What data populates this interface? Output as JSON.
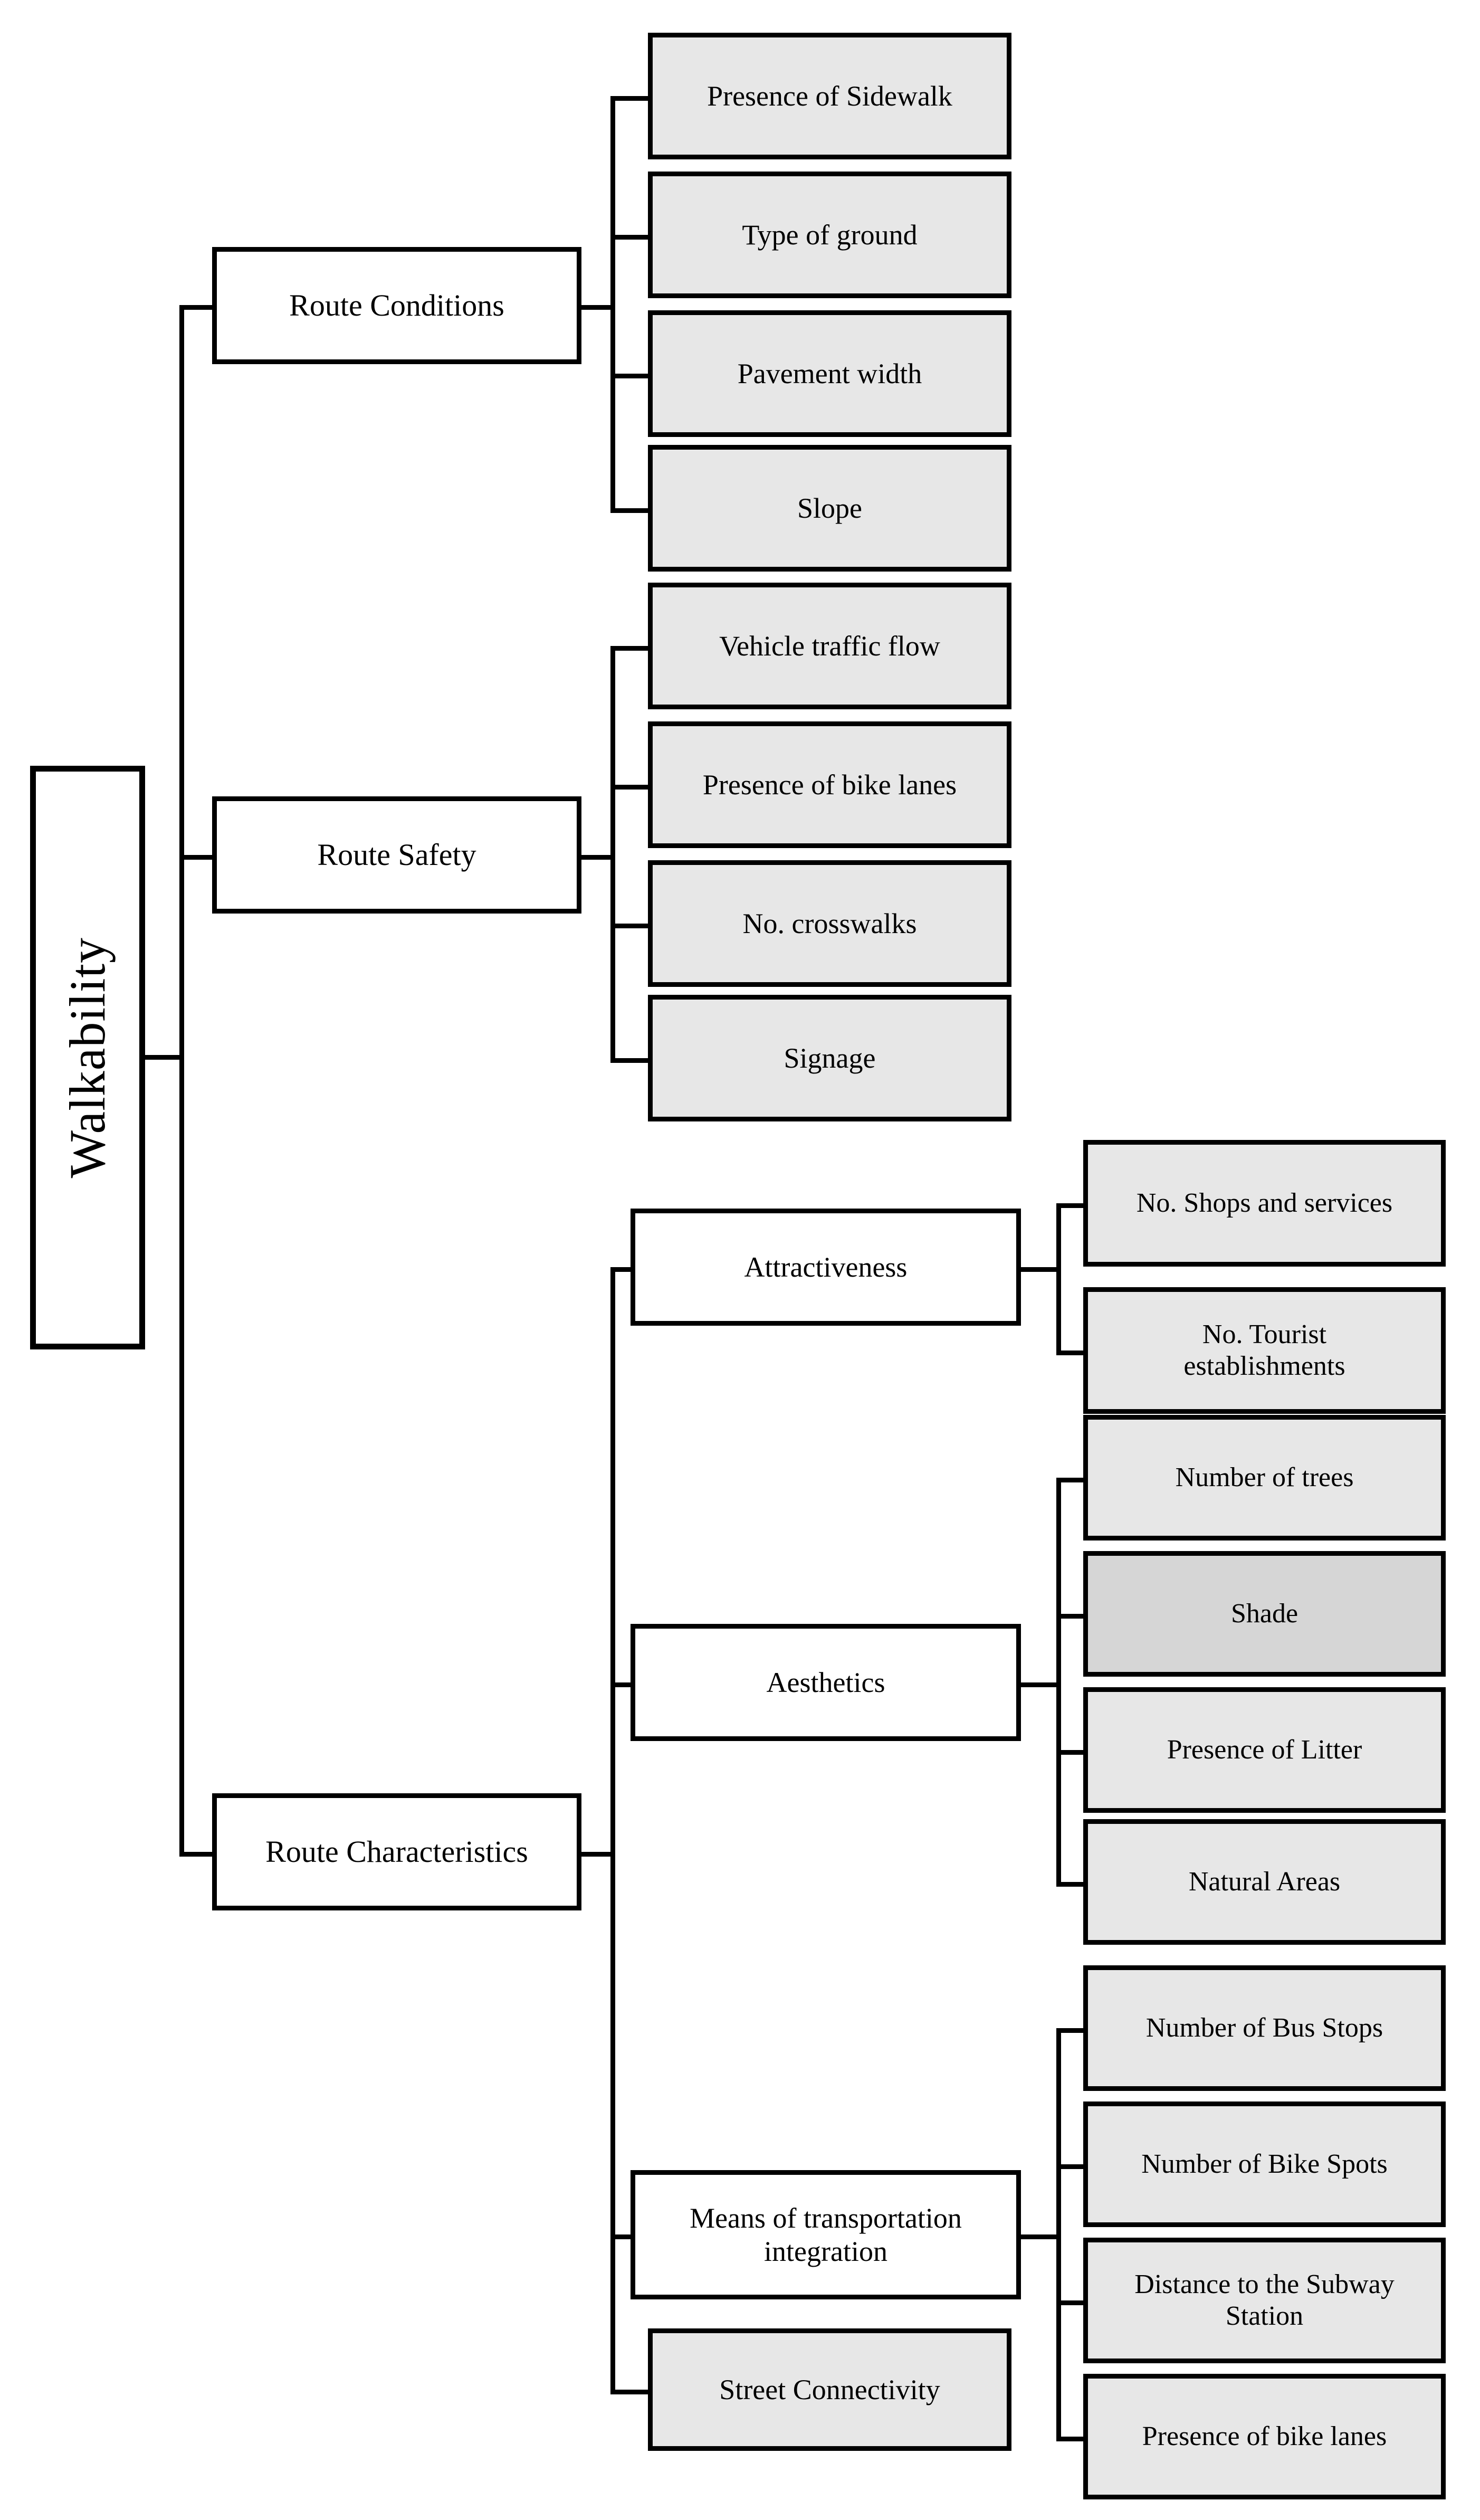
{
  "diagram": {
    "title": "Walkability",
    "type": "hierarchy-tree",
    "colors": {
      "branch_fill": "#ffffff",
      "leaf_fill": "#e7e7e7",
      "leaf_highlight_fill": "#d6d6d6",
      "stroke": "#000000",
      "background": "#ffffff"
    },
    "root": {
      "label": "Walkability",
      "orientation": "vertical-rotated"
    },
    "level1": [
      {
        "label": "Route Conditions"
      },
      {
        "label": "Route Safety"
      },
      {
        "label": "Route Characteristics"
      }
    ],
    "route_conditions_children": [
      {
        "label": "Presence of Sidewalk"
      },
      {
        "label": "Type of ground"
      },
      {
        "label": "Pavement width"
      },
      {
        "label": "Slope"
      }
    ],
    "route_safety_children": [
      {
        "label": "Vehicle traffic flow"
      },
      {
        "label": "Presence of bike lanes"
      },
      {
        "label": "No. crosswalks"
      },
      {
        "label": "Signage"
      }
    ],
    "route_characteristics_children": [
      {
        "label": "Attractiveness"
      },
      {
        "label": "Aesthetics"
      },
      {
        "label": "Means of transportation integration"
      },
      {
        "label": "Street Connectivity"
      }
    ],
    "attractiveness_children": [
      {
        "label": "No. Shops and services"
      },
      {
        "label": "No. Tourist establishments"
      }
    ],
    "aesthetics_children": [
      {
        "label": "Number of trees"
      },
      {
        "label": "Shade",
        "highlighted": true
      },
      {
        "label": "Presence of Litter"
      },
      {
        "label": "Natural Areas"
      }
    ],
    "transportation_children": [
      {
        "label": "Number of Bus Stops"
      },
      {
        "label": "Number of Bike Spots"
      },
      {
        "label": "Distance to the Subway Station"
      },
      {
        "label": "Presence of bike lanes"
      }
    ]
  }
}
